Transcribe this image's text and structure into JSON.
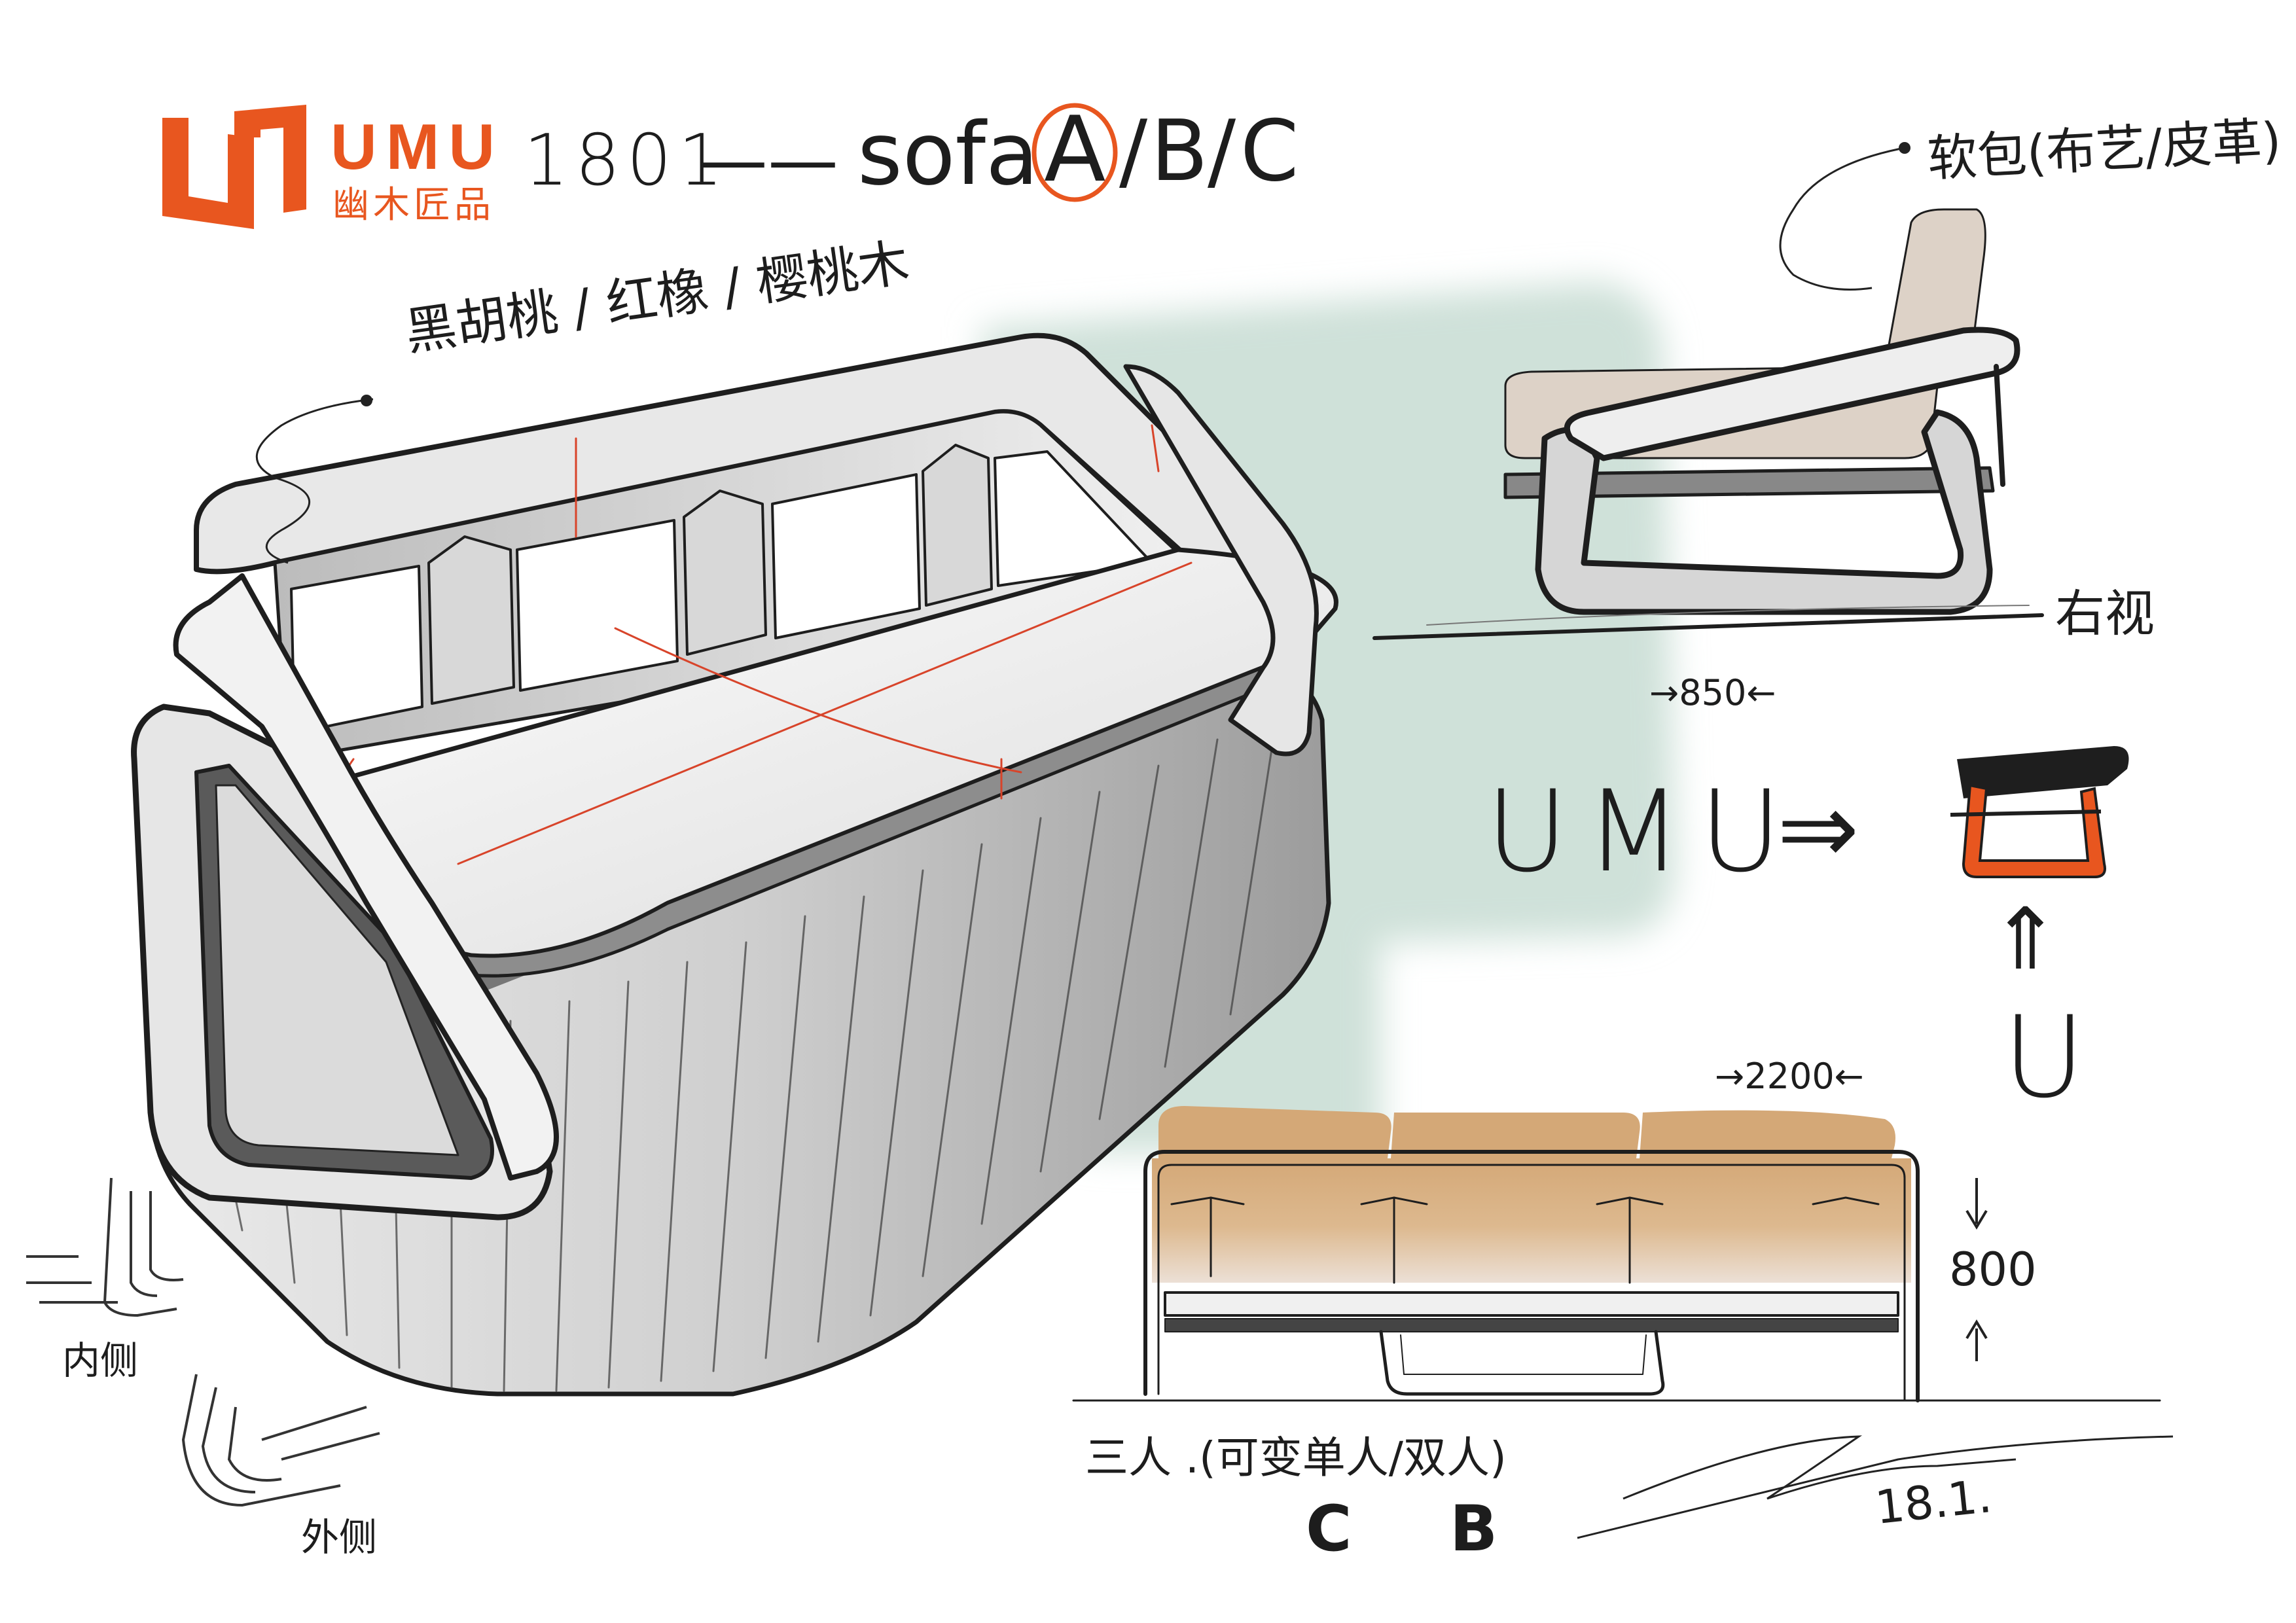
{
  "brand": {
    "name": "UMU",
    "subtitle": "幽木匠品",
    "color": "#e8561f"
  },
  "title": {
    "code": "1801",
    "dash": "——",
    "product": "sofa",
    "option_selected": "A",
    "separator": "/",
    "option_b": "B",
    "option_c": "C"
  },
  "annotations": {
    "wood_materials": "黑胡桃 / 红橡 / 樱桃木",
    "upholstery": "软包(布艺/皮革)",
    "side_view": "右视",
    "dim_depth": "→850←",
    "dim_length": "→2200←",
    "dim_height": "800",
    "seating": "三人 .(可变单人/双人)",
    "option_c": "C",
    "option_b": "B",
    "date": "18.1.",
    "inner_side": "内侧",
    "outer_side": "外侧"
  },
  "concept": {
    "text": "UMU",
    "arrow": "⇒",
    "up_arrow": "⇑",
    "letter": "U"
  },
  "colors": {
    "accent_green": "#cfe1d9",
    "cushion_tan": "#d4a877",
    "cushion_light": "#e9dcd0",
    "side_seat": "#ddd2c7",
    "frame_dark": "#1e1e1e",
    "markup_red": "#d8442a"
  }
}
